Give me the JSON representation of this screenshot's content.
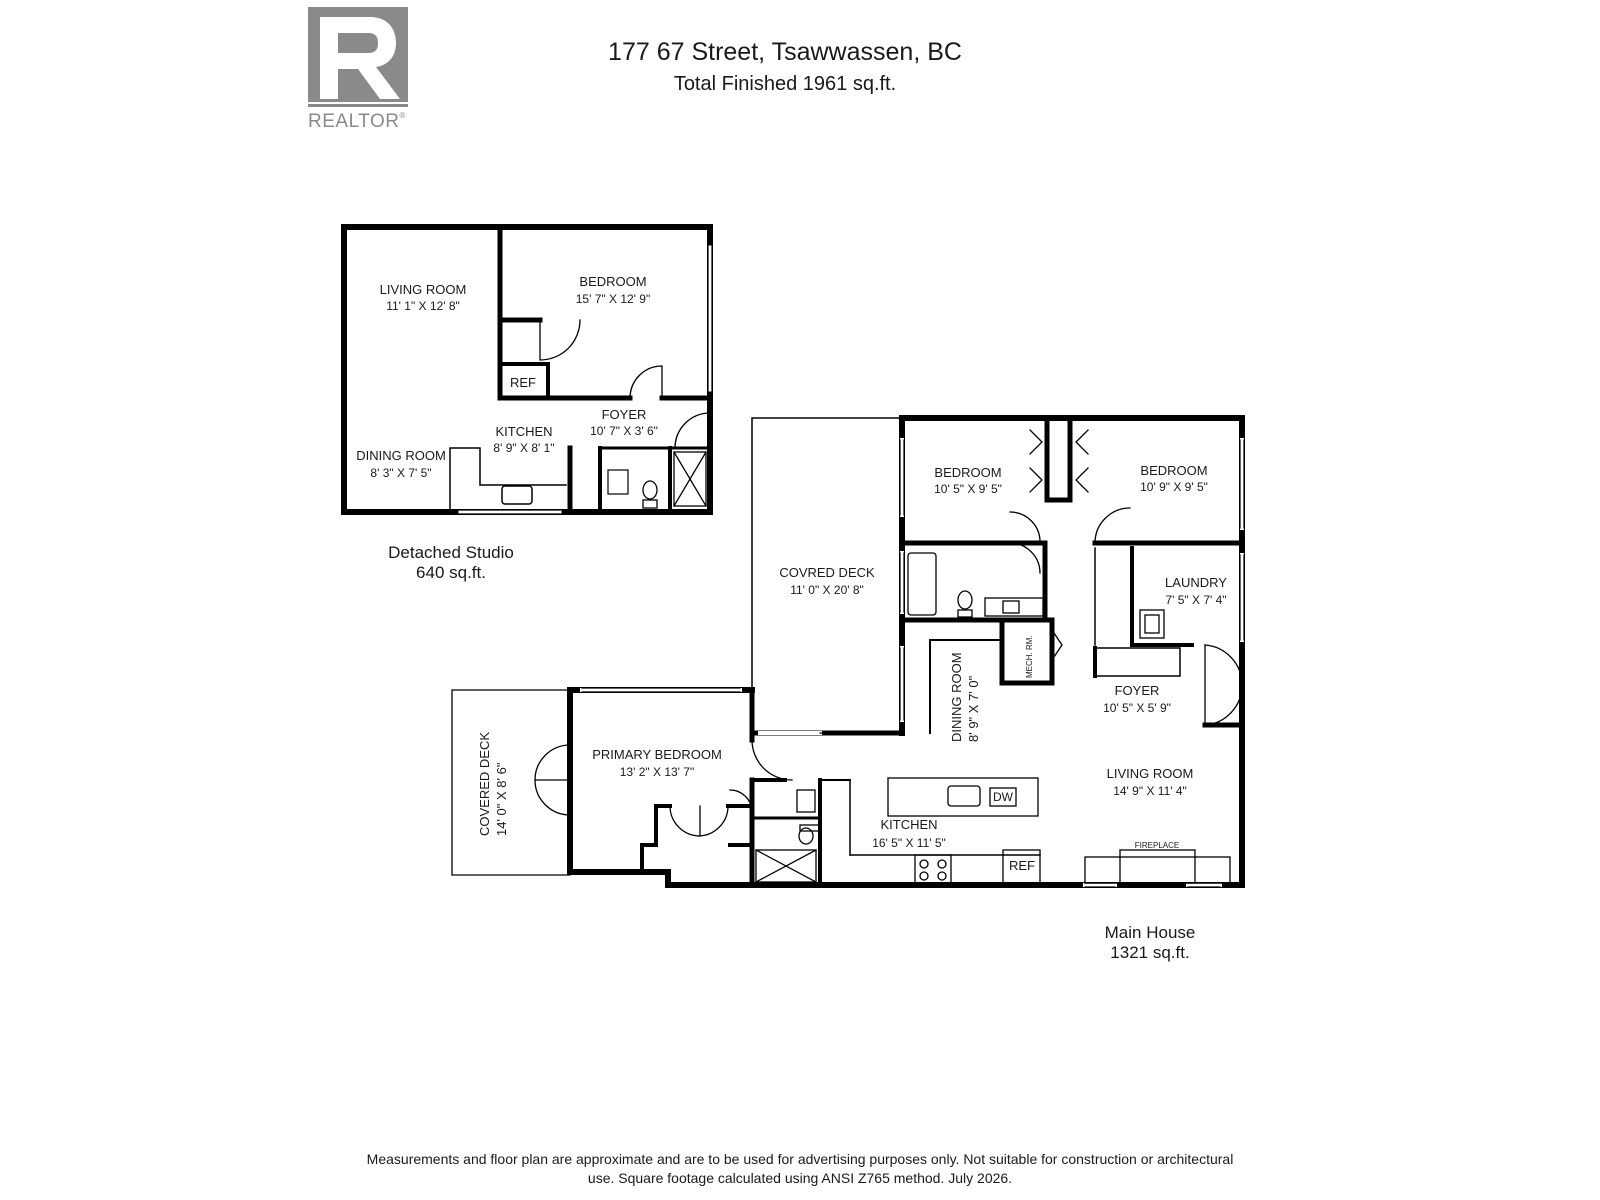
{
  "logo": {
    "wordmark": "REALTOR",
    "registered": "®",
    "color": "#8a8a8a"
  },
  "header": {
    "address": "177 67 Street, Tsawwassen, BC",
    "total": "Total Finished   1961 sq.ft."
  },
  "studio": {
    "name": "Detached Studio",
    "area": "640 sq.ft.",
    "rooms": {
      "living": {
        "label": "LIVING ROOM",
        "dim": "11' 1\" X 12' 8\""
      },
      "bedroom": {
        "label": "BEDROOM",
        "dim": "15' 7\" X 12' 9\""
      },
      "foyer": {
        "label": "FOYER",
        "dim": "10' 7\" X 3' 6\""
      },
      "kitchen": {
        "label": "KITCHEN",
        "dim": "8' 9\" X 8' 1\""
      },
      "dining": {
        "label": "DINING ROOM",
        "dim": "8' 3\" X 7' 5\""
      }
    },
    "ref": "REF"
  },
  "house": {
    "name": "Main House",
    "area": "1321 sq.ft.",
    "rooms": {
      "covered_deck_main": {
        "label": "COVRED DECK",
        "dim": "11' 0\" X 20' 8\""
      },
      "bedroom_1": {
        "label": "BEDROOM",
        "dim": "10' 5\" X 9' 5\""
      },
      "bedroom_2": {
        "label": "BEDROOM",
        "dim": "10' 9\" X 9' 5\""
      },
      "laundry": {
        "label": "LAUNDRY",
        "dim": "7' 5\" X 7' 4\""
      },
      "mech": {
        "label": "MECH. RM."
      },
      "dining": {
        "label": "DINING ROOM",
        "dim": "8' 9\" X 7' 0\""
      },
      "foyer": {
        "label": "FOYER",
        "dim": "10' 5\" X 5' 9\""
      },
      "living": {
        "label": "LIVING ROOM",
        "dim": "14' 9\" X 11' 4\""
      },
      "primary": {
        "label": "PRIMARY BEDROOM",
        "dim": "13' 2\" X 13' 7\""
      },
      "covered_deck_side": {
        "label": "COVERED DECK",
        "dim": "14' 0\" X 8' 6\""
      },
      "kitchen": {
        "label": "KITCHEN",
        "dim": "16' 5\" X 11' 5\""
      }
    },
    "dw": "DW",
    "ref": "REF",
    "fireplace": "FIREPLACE"
  },
  "disclaimer": {
    "line1": "Measurements and floor plan are approximate and are to be used for advertising purposes only. Not suitable for construction or architectural",
    "line2": "use. Square footage calculated using ANSI Z765 method. July 2026."
  }
}
